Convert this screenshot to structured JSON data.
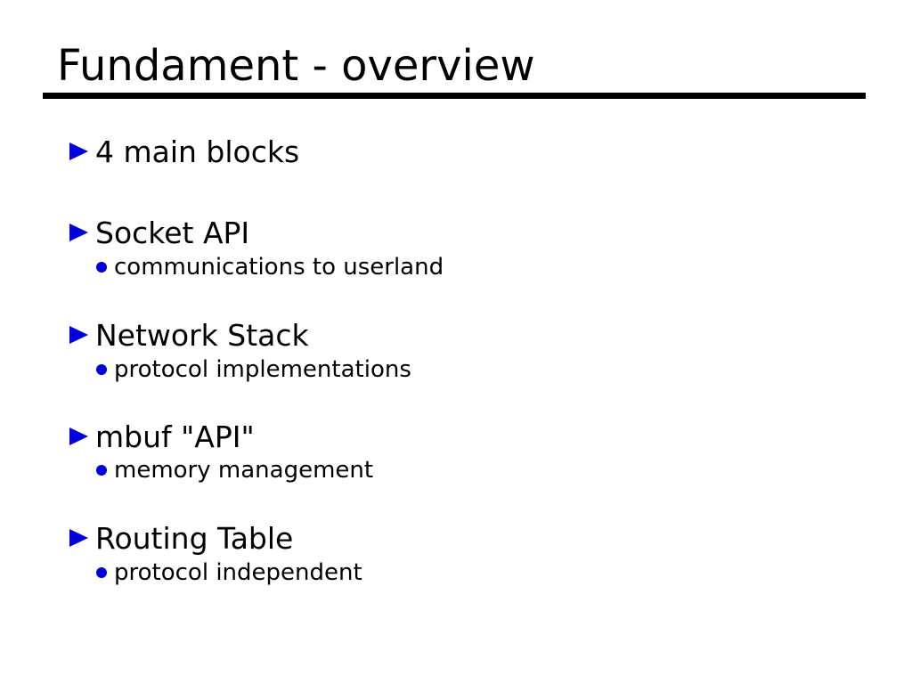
{
  "slide": {
    "title": "Fundament - overview",
    "bullet_color": "#0000dd",
    "text_color": "#000000",
    "items": [
      {
        "label": "4 main blocks",
        "sub": null
      },
      {
        "label": "Socket API",
        "sub": "communications to userland"
      },
      {
        "label": "Network Stack",
        "sub": "protocol implementations"
      },
      {
        "label": "mbuf \"API\"",
        "sub": "memory management"
      },
      {
        "label": "Routing Table",
        "sub": "protocol independent"
      }
    ]
  }
}
